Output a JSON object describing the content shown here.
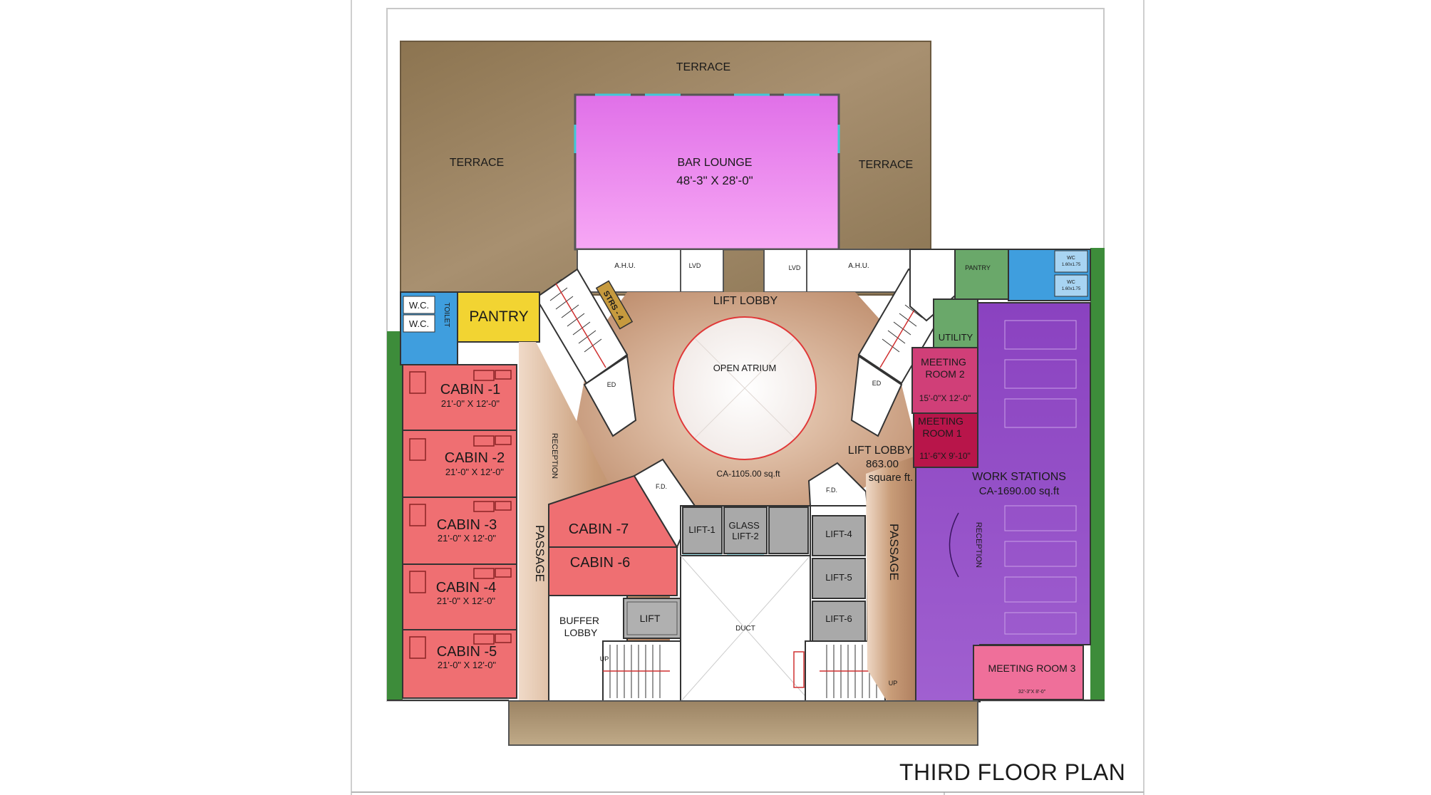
{
  "title": "THIRD FLOOR PLAN",
  "colors": {
    "terrace": "#9a8463",
    "bar_lounge": "#ee86ee",
    "lobby": "#c8a07c",
    "cabin": "#ef6f72",
    "pantry": "#f2d432",
    "toilet": "#3f9ede",
    "meeting": "#d03f78",
    "meeting_dark": "#b8154a",
    "workstations": "#9b52c8",
    "lift": "#a9a9a9",
    "green_edge": "#3a8a3a",
    "passage": "#c4a07c"
  },
  "rooms": {
    "terrace_top": "TERRACE",
    "terrace_left": "TERRACE",
    "terrace_right": "TERRACE",
    "bar_lounge": {
      "label": "BAR LOUNGE",
      "size": "48'-3\" X 28'-0\""
    },
    "ahu_left": "A.H.U.",
    "ahu_right": "A.H.U.",
    "lvd_left": "LVD",
    "lvd_right": "LVD",
    "lift_lobby_top": "LIFT LOBBY",
    "open_atrium": "OPEN ATRIUM",
    "atrium_area": "CA-1105.00 sq.ft",
    "lift_lobby_right": {
      "label": "LIFT LOBBY",
      "area": "863.00",
      "unit": "square ft."
    },
    "wc1": "W.C.",
    "wc2": "W.C.",
    "toilet": "TOILET",
    "pantry_left": "PANTRY",
    "pantry_right": "PANTRY",
    "stairs": "STRS - 4",
    "utility": "UTILITY",
    "wc_right_1": {
      "label": "WC",
      "size": "1.60x1.75"
    },
    "wc_right_2": {
      "label": "WC",
      "size": "1.60x1.75"
    },
    "meeting_room_2": {
      "label": "MEETING\nROOM 2",
      "size": "15'-0\"X 12'-0\""
    },
    "meeting_room_1": {
      "label": "MEETING\nROOM 1",
      "size": "11'-6\"X 9'-10\""
    },
    "meeting_room_3": {
      "label": "MEETING ROOM 3",
      "size": "32'-3\"X 8'-0\""
    },
    "work_stations": {
      "label": "WORK STATIONS",
      "area": "CA-1690.00 sq.ft"
    },
    "reception_left": "RECEPTION",
    "reception_right": "RECEPTION",
    "passage_left": "PASSAGE",
    "passage_right": "PASSAGE",
    "ed_left": "ED",
    "ed_right": "ED",
    "fd_left": "F.D.",
    "fd_right": "F.D.",
    "duct": "DUCT",
    "buffer_lobby": "BUFFER\nLOBBY",
    "up_left": "UP",
    "up_right": "UP",
    "lifts": {
      "lift1": "LIFT-1",
      "lift2": "GLASS\nLIFT-2",
      "lift4": "LIFT-4",
      "lift5": "LIFT-5",
      "lift6": "LIFT-6",
      "lift": "LIFT"
    },
    "cabins": [
      {
        "name": "CABIN -1",
        "size": "21'-0\" X 12'-0\""
      },
      {
        "name": "CABIN -2",
        "size": "21'-0\" X 12'-0\""
      },
      {
        "name": "CABIN -3",
        "size": "21'-0\" X 12'-0\""
      },
      {
        "name": "CABIN -4",
        "size": "21'-0\" X 12'-0\""
      },
      {
        "name": "CABIN -5",
        "size": "21'-0\" X 12'-0\""
      }
    ],
    "cabin_6": "CABIN -6",
    "cabin_7": "CABIN -7"
  }
}
